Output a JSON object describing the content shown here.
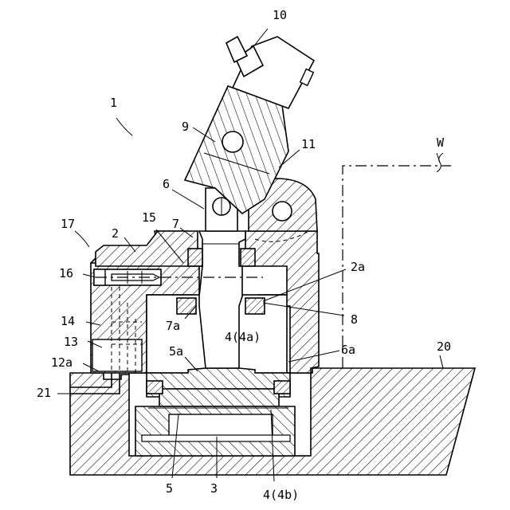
{
  "labels": {
    "l1": "1",
    "l2": "2",
    "l2a": "2a",
    "l3": "3",
    "l4": "4(4a)",
    "l4b": "4(4b)",
    "l5": "5",
    "l5a": "5a",
    "l6": "6",
    "l6a": "6a",
    "l7": "7",
    "l7a": "7a",
    "l8": "8",
    "l9": "9",
    "l10": "10",
    "l11": "11",
    "l12a": "12a",
    "l13": "13",
    "l14": "14",
    "l15": "15",
    "l16": "16",
    "l17": "17",
    "l20": "20",
    "l21": "21",
    "lW": "W"
  }
}
